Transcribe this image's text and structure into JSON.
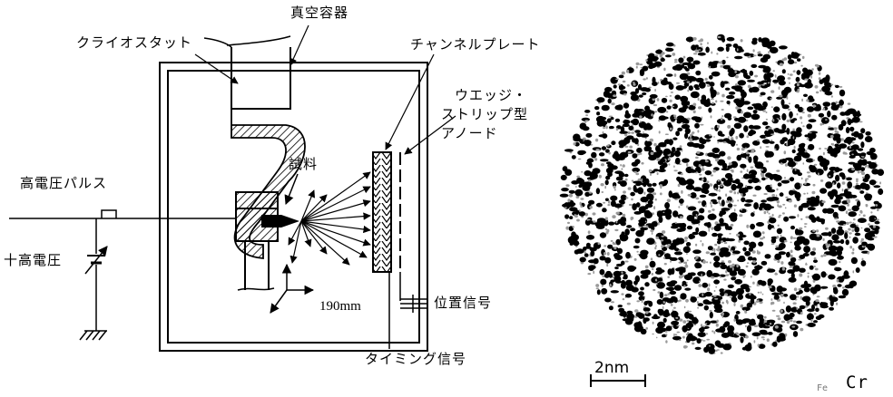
{
  "labels": {
    "vacuum_chamber": "真空容器",
    "cryostat": "クライオスタット",
    "channel_plate": "チャンネルプレート",
    "wedge_strip_anode_1": "ウエッジ・",
    "wedge_strip_anode_2": "ストリップ型",
    "wedge_strip_anode_3": "アノード",
    "specimen": "試料",
    "hv_pulse": "高電圧パルス",
    "hv_dc": "十高電圧",
    "distance": "190mm",
    "position_signal": "位置信号",
    "timing_signal": "タイミング信号"
  },
  "atom_map": {
    "scale_bar": "2nm",
    "element_fe": "Fe",
    "element_cr": "Cr",
    "colors": {
      "fe": "#000000",
      "cr": "#9a9a9a"
    }
  }
}
